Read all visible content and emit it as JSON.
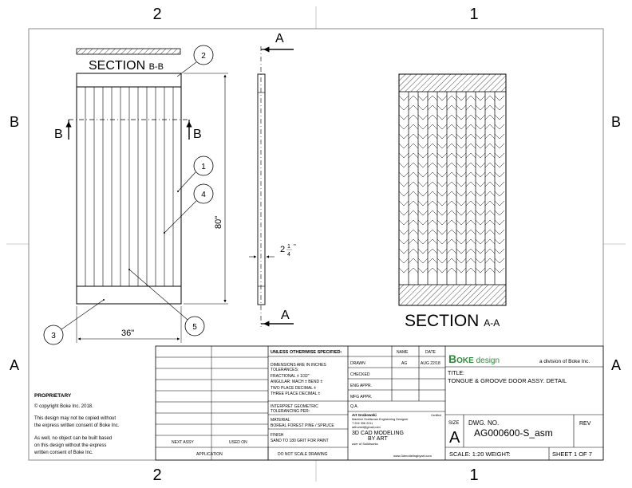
{
  "zones": {
    "col_left": "2",
    "col_right": "1",
    "row_top": "B",
    "row_bottom": "A"
  },
  "views": {
    "section_bb_title": "SECTION",
    "section_bb_suffix": "B-B",
    "section_aa_title": "SECTION",
    "section_aa_suffix": "A-A",
    "cut_b": "B",
    "cut_a": "A",
    "dim_height": "80\"",
    "dim_width": "36\"",
    "dim_thick_whole": "2",
    "dim_thick_num": "1",
    "dim_thick_den": "4",
    "dim_thick_unit": "\"",
    "balloons": [
      "1",
      "2",
      "3",
      "4",
      "5"
    ]
  },
  "title_block": {
    "unless": "UNLESS OTHERWISE SPECIFIED:",
    "dims_inches": "DIMENSIONS ARE IN INCHES",
    "tolerances": "TOLERANCES:",
    "fractional": "FRACTIONAL ± 1/32\"",
    "angular": "ANGULAR: MACH ±    BEND ±",
    "two_place": "TWO PLACE DECIMAL   ±",
    "three_place": "THREE PLACE DECIMAL   ±",
    "interpret": "INTERPRET GEOMETRIC",
    "tol_per": "TOLERANCING PER:",
    "material_label": "MATERIAL",
    "material": "BOREAL FOREST PINE / SPRUCE",
    "finish_label": "FINISH",
    "finish": "SAND TO 180 GRIT FOR PAINT",
    "next_assy": "NEXT ASSY",
    "used_on": "USED ON",
    "application": "APPLICATION",
    "do_not_scale": "DO NOT SCALE DRAWING",
    "name_hdr": "NAME",
    "date_hdr": "DATE",
    "drawn": "DRAWN",
    "drawn_name": "AG",
    "drawn_date": "AUG 22/18",
    "checked": "CHECKED",
    "eng_appr": "ENG APPR.",
    "mfg_appr": "MFG APPR.",
    "qa": "Q.A.",
    "author_name": "Art Grabowski",
    "author_title": "Machine Draftsman Engineering Designer",
    "author_phone": "T 204 396 2211",
    "author_email": "arthurski@gmail.com",
    "certified": "Certified",
    "cad_line1": "3D CAD MODELING",
    "cad_line2": "BY ART",
    "cad_user": "user of Solidworks",
    "website": "www.3dmodelingbyart.com",
    "logo_b": "B",
    "logo_oke": "OKE",
    "logo_design": " design",
    "division": "a division of Boke Inc.",
    "title_label": "TITLE:",
    "title": "TONGUE & GROOVE DOOR ASSY. DETAIL",
    "size_label": "SIZE",
    "size": "A",
    "dwg_no_label": "DWG.  NO.",
    "dwg_no": "AG000600-S_asm",
    "rev_label": "REV",
    "scale": "SCALE: 1:20 WEIGHT:",
    "sheet": "SHEET 1 OF 7"
  },
  "proprietary": {
    "heading": "PROPRIETARY",
    "copyright": "© copyright Boke Inc. 2018.",
    "line1": "This design may not be copied without",
    "line2": "the express written consent of Boke Inc.",
    "line3": "As well, no object can be built based",
    "line4": "on this design without the express",
    "line5": "written consent of Boke Inc."
  },
  "colors": {
    "line": "#000000",
    "logo_green": "#2e8b3a",
    "paper": "#ffffff"
  }
}
